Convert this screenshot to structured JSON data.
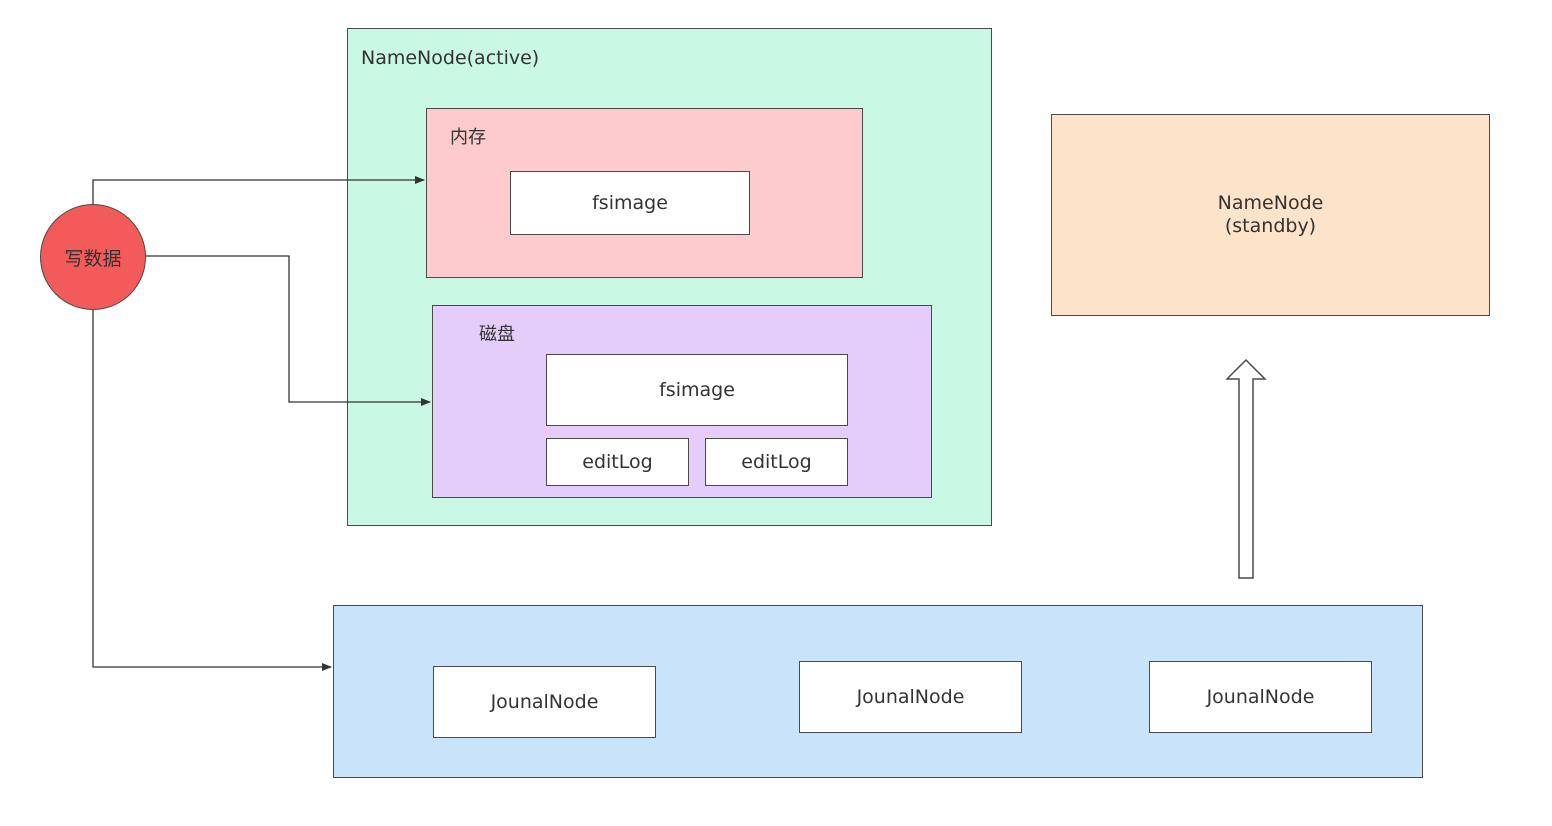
{
  "write_data": {
    "label": "写数据"
  },
  "active_namenode": {
    "title": "NameNode(active)",
    "memory": {
      "title": "内存",
      "fsimage": "fsimage"
    },
    "disk": {
      "title": "磁盘",
      "fsimage": "fsimage",
      "editlogs": [
        "editLog",
        "editLog"
      ]
    }
  },
  "standby_namenode": {
    "line1": "NameNode",
    "line2": "(standby)"
  },
  "journal_cluster": {
    "nodes": [
      "JounalNode",
      "JounalNode",
      "JounalNode"
    ]
  },
  "colors": {
    "active_namenode_fill": "#c9f8e4",
    "memory_fill": "#fdcbcb",
    "disk_fill": "#e4cdfa",
    "standby_fill": "#fde3c9",
    "journal_fill": "#c9e3fb",
    "write_circle_fill": "#f35a5a",
    "stroke": "#4a4a4a"
  }
}
